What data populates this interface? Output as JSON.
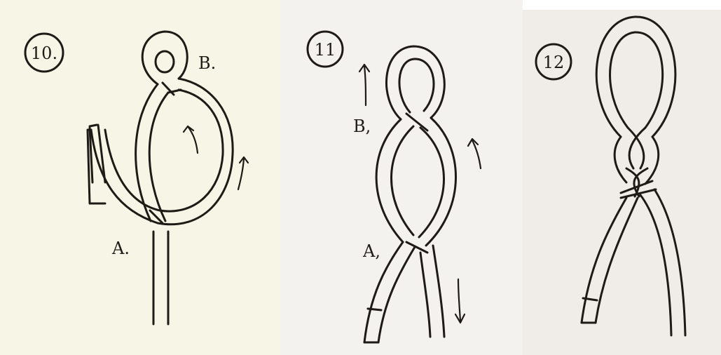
{
  "colors": {
    "panel1_bg": "#f7f6e6",
    "panel2_bg": "#f3f2ee",
    "panel3_bg": "#f0ede8",
    "ink": "#1e1a16"
  },
  "panels": [
    {
      "step": "10.",
      "labels": {
        "a": "A.",
        "b": "B."
      }
    },
    {
      "step": "11",
      "labels": {
        "a": "A,",
        "b": "B,"
      }
    },
    {
      "step": "12"
    }
  ]
}
